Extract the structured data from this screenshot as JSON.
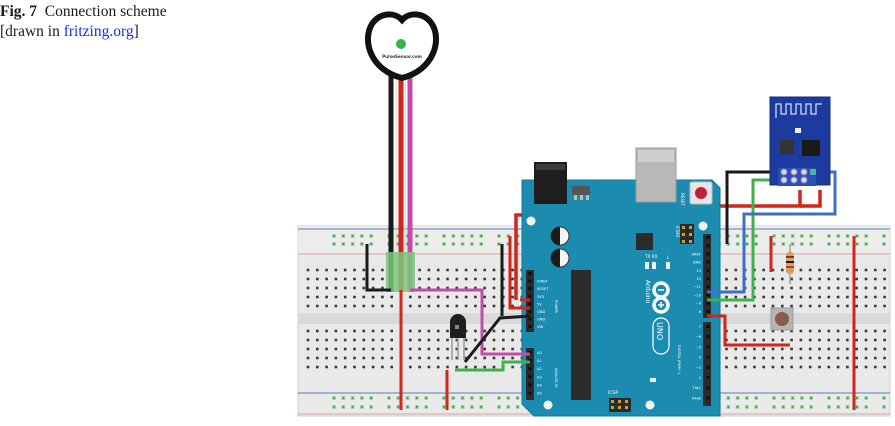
{
  "caption": {
    "figure_number": "Fig. 7",
    "title": "Connection scheme",
    "drawn_prefix": "[drawn in ",
    "drawn_link": "fritzing.org",
    "drawn_suffix": "]"
  },
  "components": {
    "pulse_sensor": {
      "label": "PulseSensor.com"
    },
    "arduino": {
      "brand": "Arduino",
      "model": "UNO",
      "reset_label": "RESET",
      "icsp_top": "ICSP2",
      "icsp_bottom": "ICSP",
      "led_labels": [
        "TX",
        "RX",
        "L"
      ],
      "on_label": "ON",
      "power_header_label": "POWER",
      "analog_header_label": "ANALOG IN",
      "digital_header_label": "DIGITAL (PWM~)",
      "power_pins": [
        "IOREF",
        "RESET",
        "3V3",
        "5V",
        "GND",
        "GND",
        "VIN"
      ],
      "analog_pins": [
        "A0",
        "A1",
        "A2",
        "A3",
        "A4",
        "A5"
      ],
      "digital_pins_top": [
        "AREF",
        "GND",
        "13",
        "12",
        "~11",
        "~10",
        "~9",
        "8"
      ],
      "digital_pins_bottom": [
        "7",
        "~6",
        "~5",
        "4",
        "~3",
        "2",
        "TX▸1",
        "RX◂0"
      ]
    },
    "esp8266": {
      "name": "ESP-01"
    },
    "temperature_sensor": {
      "name": "transistor-package sensor"
    },
    "push_button": {
      "name": "push button"
    },
    "resistor": {
      "name": "resistor"
    }
  },
  "colors": {
    "arduino_board": "#1b8cb0",
    "esp_board": "#1d3a9e",
    "wire_red": "#d0261c",
    "wire_black": "#222222",
    "wire_magenta": "#c64ba8",
    "wire_green": "#3fb34a",
    "wire_blue": "#3f6fc4",
    "caption_link": "#1a2fd6"
  }
}
